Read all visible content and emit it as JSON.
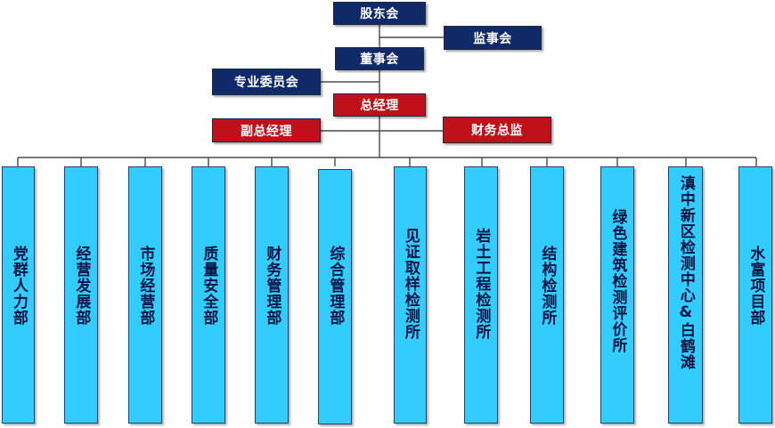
{
  "org": {
    "shareholders": "股东会",
    "supervisors": "监事会",
    "board": "董事会",
    "committee": "专业委员会",
    "gm": "总经理",
    "deputy_gm": "副总经理",
    "cfo": "财务总监"
  },
  "departments": [
    "党群人力部",
    "经营发展部",
    "市场经营部",
    "质量安全部",
    "财务管理部",
    "综合管理部",
    "见证取样检测所",
    "岩土工程检测所",
    "结构检测所",
    "绿色建筑检测评价所",
    "滇中新区检测中心&白鹤滩",
    "水富项目部"
  ],
  "colors": {
    "navy": "#0f2a66",
    "red": "#c0111b",
    "department": "#33ccff",
    "connector": "#4a4a4a"
  }
}
